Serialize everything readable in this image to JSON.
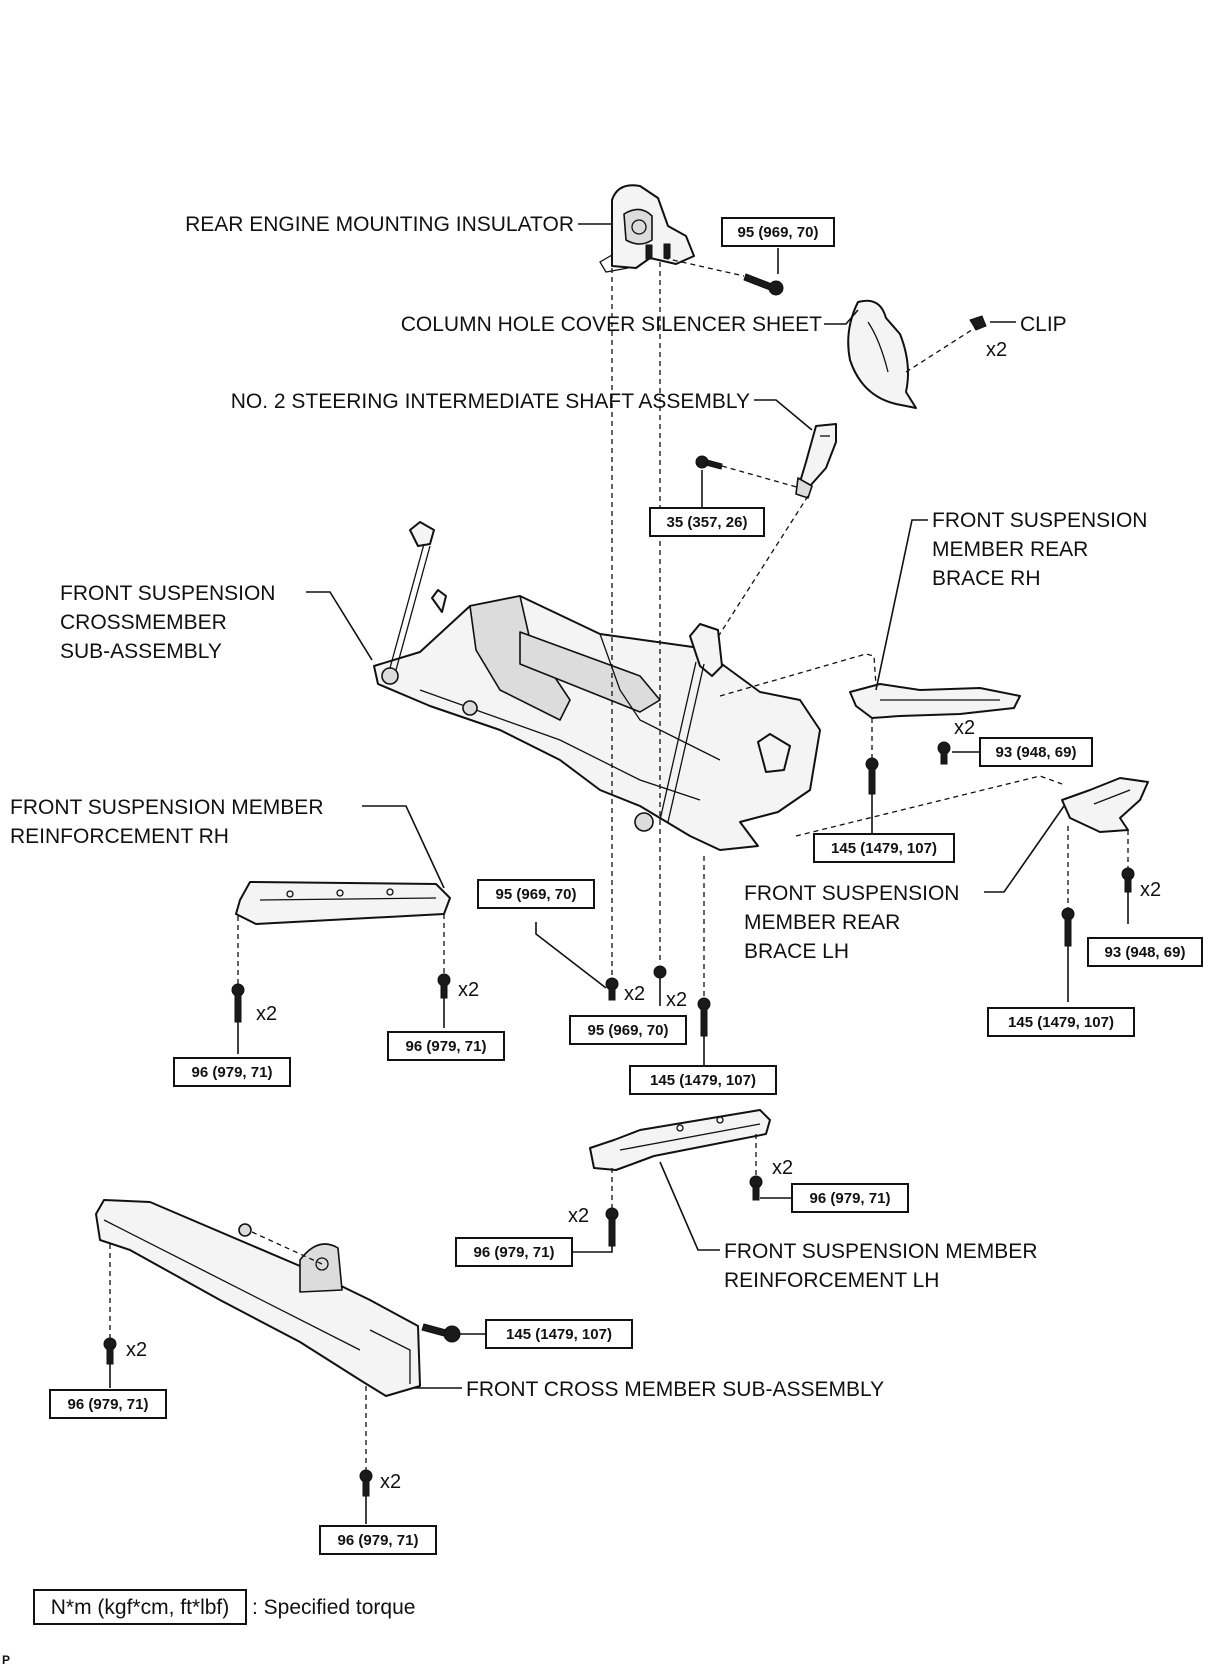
{
  "parts": {
    "rear_engine_mounting_insulator": "REAR ENGINE MOUNTING INSULATOR",
    "column_hole_cover_silencer_sheet": "COLUMN HOLE COVER SILENCER SHEET",
    "clip": "CLIP",
    "no2_steering_intermediate_shaft": "NO. 2 STEERING INTERMEDIATE SHAFT ASSEMBLY",
    "front_suspension_crossmember": [
      "FRONT SUSPENSION",
      "CROSSMEMBER",
      "SUB-ASSEMBLY"
    ],
    "rear_brace_rh": [
      "FRONT SUSPENSION",
      "MEMBER REAR",
      "BRACE RH"
    ],
    "rear_brace_lh": [
      "FRONT SUSPENSION",
      "MEMBER REAR",
      "BRACE LH"
    ],
    "reinforcement_rh": [
      "FRONT SUSPENSION MEMBER",
      "REINFORCEMENT RH"
    ],
    "reinforcement_lh": [
      "FRONT SUSPENSION MEMBER",
      "REINFORCEMENT LH"
    ],
    "front_cross_member": "FRONT CROSS MEMBER SUB-ASSEMBLY"
  },
  "torques": {
    "insulator_bolt": "95 (969, 70)",
    "shaft_bolt": "35 (357, 26)",
    "brace_rh_bolt": "93 (948, 69)",
    "brace_main_bolt": "145 (1479, 107)",
    "crossmember_bolt_a": "95 (969, 70)",
    "crossmember_bolt_b": "95 (969, 70)",
    "crossmember_bolt_c": "145 (1479, 107)",
    "brace_lh_bolt_a": "93 (948, 69)",
    "brace_lh_bolt_b": "145 (1479, 107)",
    "reinf_rh_bolt_a": "96 (979, 71)",
    "reinf_rh_bolt_b": "96 (979, 71)",
    "reinf_lh_bolt_a": "96 (979, 71)",
    "reinf_lh_bolt_b": "96 (979, 71)",
    "front_cross_center_bolt": "145 (1479, 107)",
    "front_cross_bolt_a": "96 (979, 71)",
    "front_cross_bolt_b": "96 (979, 71)"
  },
  "quantity_marks": {
    "clip": "x2",
    "brace_rh": "x2",
    "brace_lh": "x2",
    "reinf_rh_a": "x2",
    "reinf_rh_b": "x2",
    "crossmember_a": "x2",
    "crossmember_b": "x2",
    "reinf_lh_a": "x2",
    "reinf_lh_b": "x2",
    "front_cross_a": "x2",
    "front_cross_b": "x2"
  },
  "legend": {
    "units": "N*m (kgf*cm, ft*lbf)",
    "meaning": ": Specified torque"
  },
  "corner_mark": "P"
}
